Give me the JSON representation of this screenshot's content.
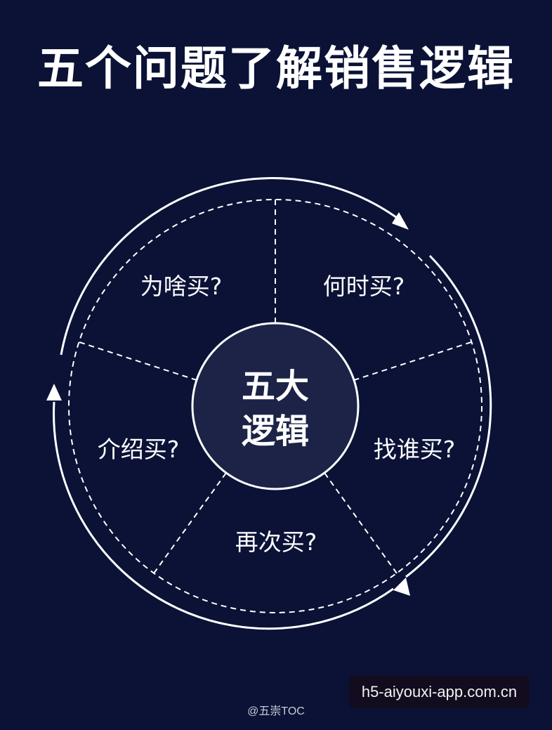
{
  "title": "五个问题了解销售逻辑",
  "center": {
    "line1": "五大",
    "line2": "逻辑"
  },
  "segments": [
    {
      "label": "为啥买?"
    },
    {
      "label": "何时买?"
    },
    {
      "label": "找谁买?"
    },
    {
      "label": "再次买?"
    },
    {
      "label": "介绍买?"
    }
  ],
  "watermark": "h5-aiyouxi-app.com.cn",
  "credit": "@五崇TOC",
  "colors": {
    "background": "#0b1236",
    "center_fill": "#1c2347",
    "stroke": "#ffffff"
  }
}
